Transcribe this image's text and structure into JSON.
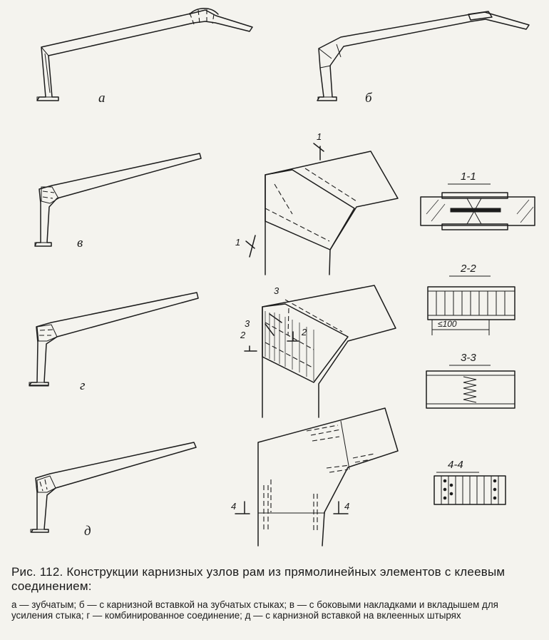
{
  "figure": {
    "variant_labels": [
      "а",
      "б",
      "в",
      "г",
      "д"
    ],
    "section_labels": [
      "1-1",
      "2-2",
      "3-3",
      "4-4"
    ],
    "cut_marks": [
      "1",
      "1",
      "3",
      "3",
      "2",
      "2",
      "4",
      "4"
    ],
    "dimension": "≤100"
  },
  "caption": {
    "title": "Рис. 112. Конструкции карнизных узлов рам из прямолинейных элементов с клеевым соединением:",
    "text": "а — зубчатым; б — с карнизной вставкой на зубчатых стыках; в — с боковыми накладками и вкладышем для усиления стыка; г — комбинированное соединение; д — с карнизной вставкой на вклеенных штырях"
  }
}
